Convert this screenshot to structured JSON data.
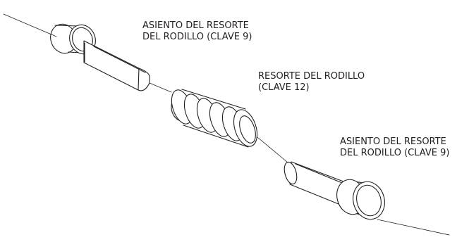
{
  "labels": {
    "upper_seat": {
      "line1": "ASIENTO DEL RESORTE",
      "line2": "DEL RODILLO (CLAVE 9)"
    },
    "spring": {
      "line1": "RESORTE DEL RODILLO",
      "line2": "(CLAVE 12)"
    },
    "lower_seat": {
      "line1": "ASIENTO DEL RESORTE",
      "line2": "DEL RODILLO (CLAVE 9)"
    }
  },
  "colors": {
    "line": "#231f20",
    "background": "#ffffff"
  }
}
